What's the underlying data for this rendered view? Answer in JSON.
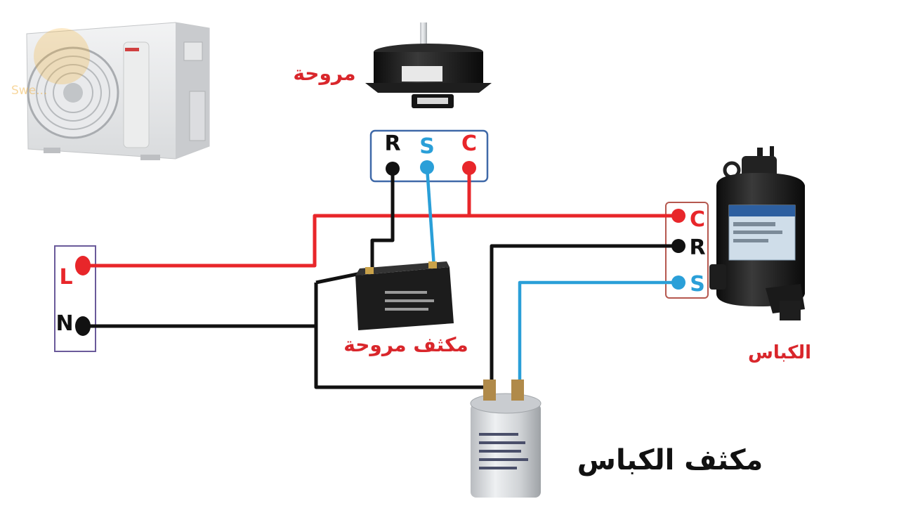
{
  "labels": {
    "fan": "مروحة",
    "fan_capacitor": "مكثف مروحة",
    "compressor": "الكباس",
    "compressor_capacitor": "مكثف الكباس"
  },
  "fan_terminals": [
    "R",
    "S",
    "C"
  ],
  "compressor_terminals": [
    "C",
    "R",
    "S"
  ],
  "supply_terminals": [
    "L",
    "N"
  ],
  "watermark": "Swe...",
  "colors": {
    "live_wire": "#e8262a",
    "neutral_wire": "#111111",
    "start_wire": "#2a9fd8",
    "label_red": "#d9262b",
    "label_black": "#111111",
    "fan_box": "#3f69a8",
    "compressor_box": "#b5584f",
    "supply_box": "#6a5a9a"
  }
}
